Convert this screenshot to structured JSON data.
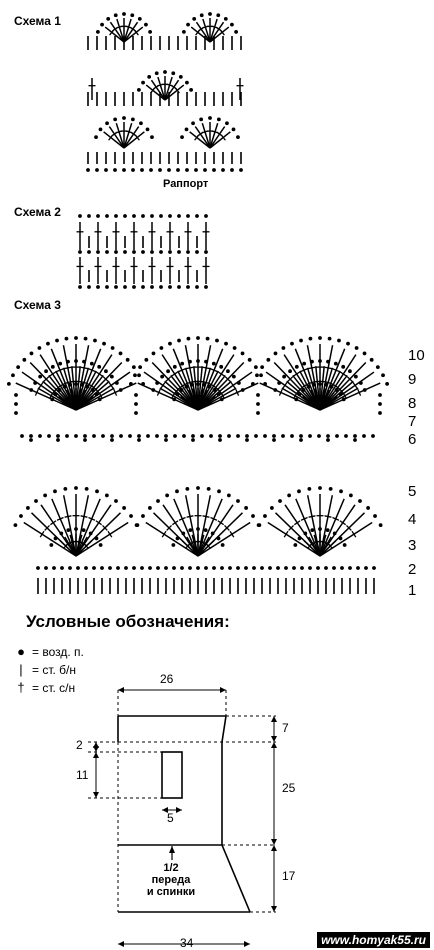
{
  "schemes": {
    "s1": {
      "title": "Схема 1",
      "repeat_label": "Раппорт"
    },
    "s2": {
      "title": "Схема 2"
    },
    "s3": {
      "title": "Схема 3",
      "row_numbers": [
        "10",
        "9",
        "8",
        "7",
        "6",
        "5",
        "4",
        "3",
        "2",
        "1"
      ]
    }
  },
  "legend": {
    "title": "Условные обозначения:",
    "items": [
      {
        "icon": "chain-stitch-dot-icon",
        "text": "= возд. п."
      },
      {
        "icon": "single-crochet-bar-icon",
        "text": "= ст. б/н"
      },
      {
        "icon": "double-crochet-cross-icon",
        "text": "= ст. с/н"
      }
    ]
  },
  "pattern": {
    "dims": {
      "top_width": "26",
      "top_height": "7",
      "notch_top": "2",
      "pocket_height": "11",
      "pocket_width": "5",
      "mid_height": "25",
      "bottom_height": "17",
      "bottom_width": "34"
    },
    "note_lines": [
      "1/2",
      "переда",
      "и спинки"
    ]
  },
  "watermark": "www.homyak55.ru"
}
